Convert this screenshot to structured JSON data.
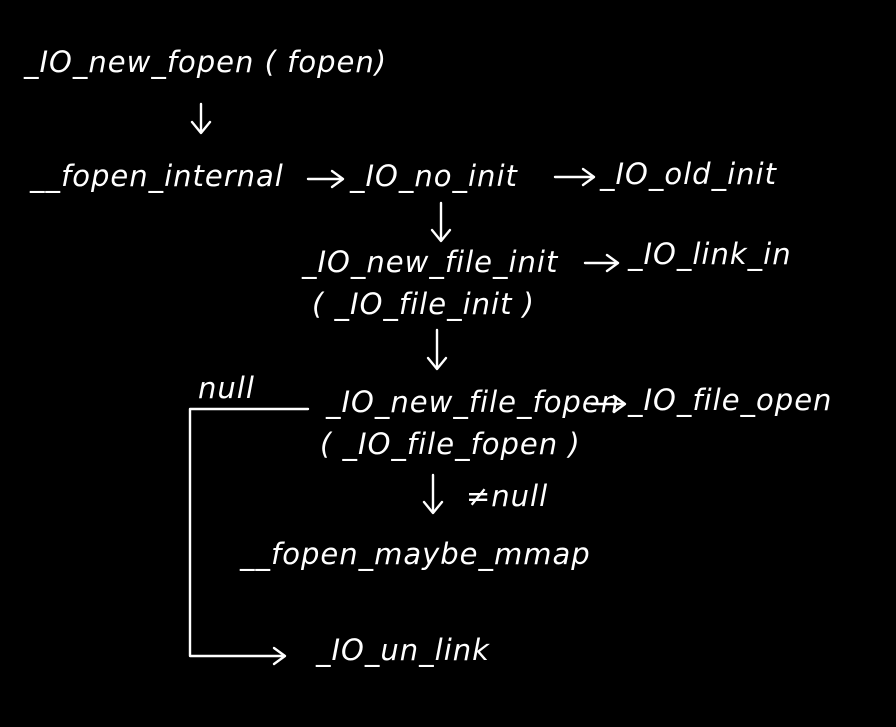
{
  "nodes": {
    "io_new_fopen": "_IO_new_fopen ( fopen)",
    "fopen_internal": "__fopen_internal",
    "io_no_init": "_IO_no_init",
    "io_old_init": "_IO_old_init",
    "io_new_file_init": "_IO_new_file_init",
    "io_file_init": "( _IO_file_init )",
    "io_link_in": "_IO_link_in",
    "io_new_file_fopen": "_IO_new_file_fopen",
    "io_file_fopen": "( _IO_file_fopen )",
    "io_file_open": "_IO_file_open",
    "fopen_maybe_mmap": "__fopen_maybe_mmap",
    "io_un_link": "_IO_un_link"
  },
  "edge_labels": {
    "null": "null",
    "not_null": "≠null"
  },
  "colors": {
    "background": "#000000",
    "ink": "#ffffff"
  }
}
